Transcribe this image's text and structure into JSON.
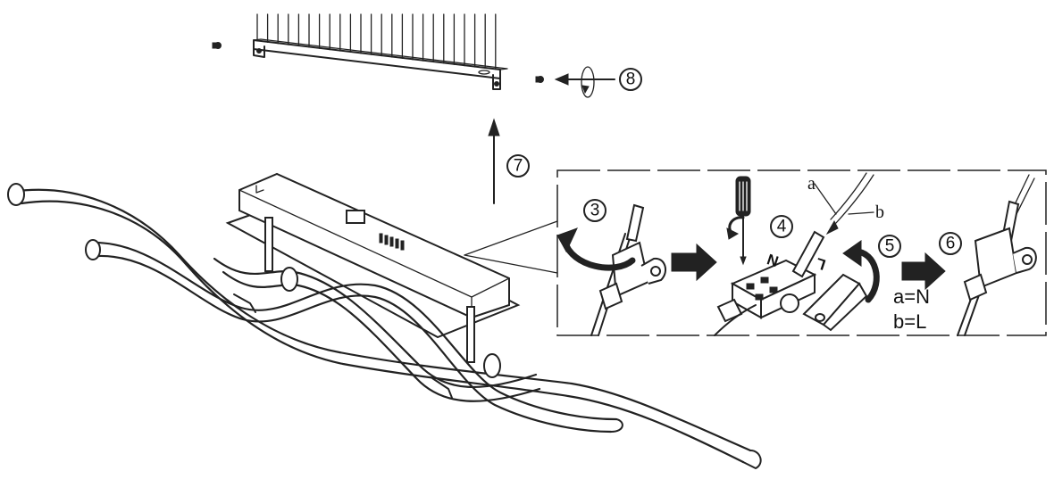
{
  "steps": {
    "s3": "3",
    "s4": "4",
    "s5": "5",
    "s6": "6",
    "s7": "7",
    "s8": "8"
  },
  "wires": {
    "a": "a",
    "b": "b"
  },
  "terminals": {
    "n": "N",
    "l": "L"
  },
  "legend": {
    "line1": "a=N",
    "line2": "b=L"
  }
}
